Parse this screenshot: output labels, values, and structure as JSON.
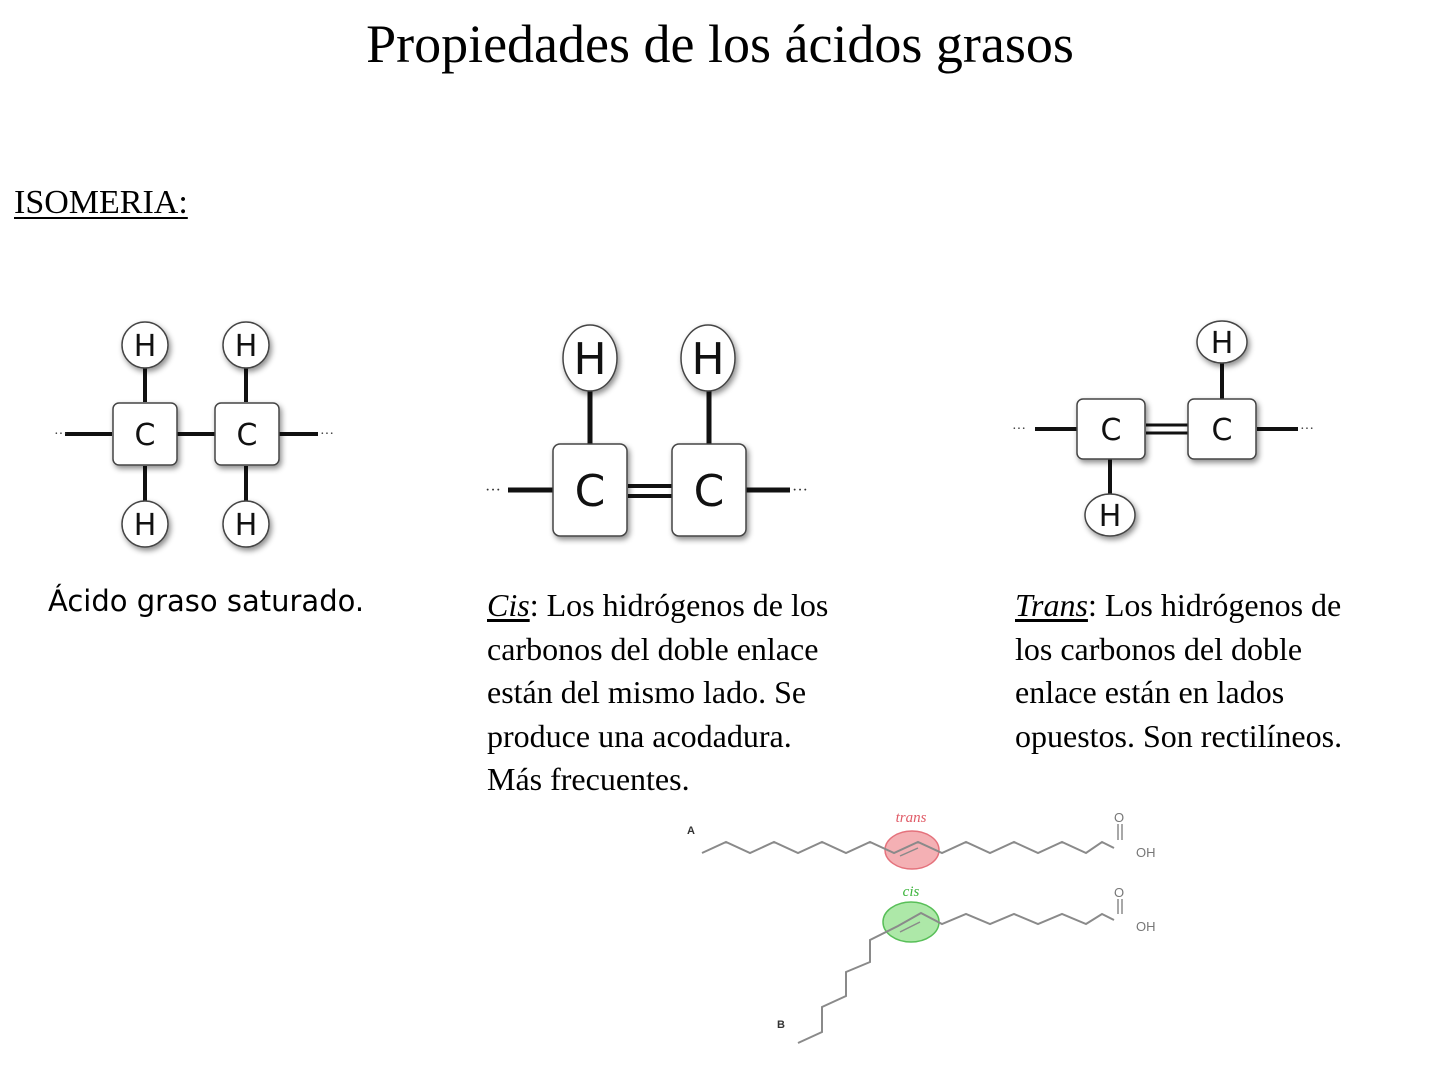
{
  "title": "Propiedades de los ácidos grasos",
  "section_heading": "ISOMERIA:",
  "diagrams": {
    "saturated": {
      "atoms": {
        "carbon": "C",
        "hydrogen": "H",
        "ellipsis": "···"
      },
      "caption": "Ácido graso saturado."
    },
    "cis": {
      "atoms": {
        "carbon": "C",
        "hydrogen": "H",
        "ellipsis": "···"
      },
      "lead": "Cis",
      "text_lines": [
        ": Los hidrógenos de los",
        "carbonos del doble enlace",
        "están del mismo lado. Se",
        "produce una acodadura.",
        "Más frecuentes."
      ]
    },
    "trans": {
      "atoms": {
        "carbon": "C",
        "hydrogen": "H",
        "ellipsis": "···"
      },
      "lead": "Trans",
      "text_lines": [
        ": Los hidrógenos de",
        "los carbonos del doble",
        "enlace están en lados",
        "opuestos. Son rectilíneos."
      ]
    }
  },
  "skeletal_figure": {
    "label_a": "A",
    "label_b": "B",
    "trans_label": "trans",
    "cis_label": "cis",
    "oxygen": "O",
    "hydroxyl": "OH",
    "colors": {
      "trans": "#e05a66",
      "trans_fill": "#f3a3a8",
      "cis": "#3cb43c",
      "cis_fill": "#9fe59a",
      "chain": "#8a8a8a"
    }
  }
}
